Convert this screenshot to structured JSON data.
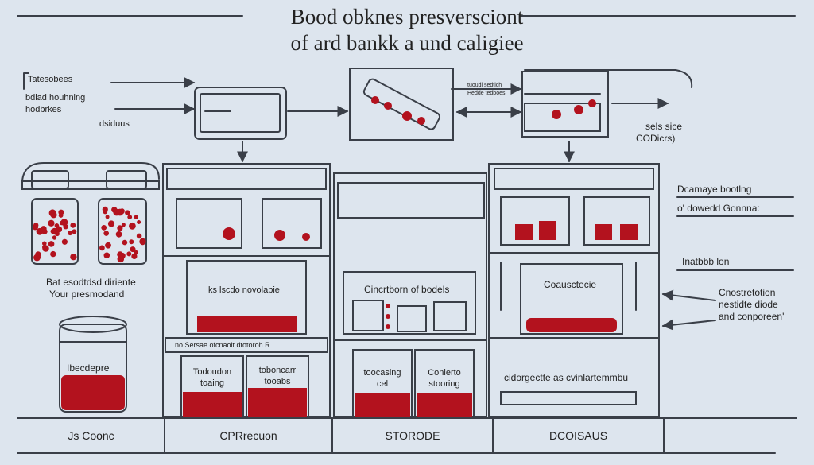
{
  "title": {
    "line1": "Bood obknes presversciont",
    "line2": "of ard bankk a und caligiee"
  },
  "top_left": {
    "line1": "Tatesobees",
    "line2": "bdiad houhning",
    "line3": "hodbrkes",
    "line4": "dsiduus"
  },
  "top_mid_small": {
    "line1": "tuoudi sedtich",
    "line2": "Hedde tedboes"
  },
  "top_right": {
    "line1": "sels sice",
    "line2": "CODicrs)"
  },
  "right": {
    "label1_line1": "Dcamaye bootlng",
    "label1_line2": "o' dowedd Gonnnа:",
    "label2": "Inatbbb lon",
    "label3_line1": "Cnostretotion",
    "label3_line2": "nestidte diode",
    "label3_line3": "and conporeen'"
  },
  "left_column": {
    "label_line1": "Bat esodtdsd diriente",
    "label_line2": "Your presmodand",
    "jar_label": "Ibecdepre"
  },
  "column2": {
    "box_label": "ks lscdo novolabie",
    "strip_label": "no Sersae ofcnaoit dtotoroh R",
    "jar1_line1": "Todoudon",
    "jar1_line2": "toaing",
    "jar2_line1": "toboncarr",
    "jar2_line2": "tooabs"
  },
  "column3": {
    "box_label": "Cincrtborn of bodels",
    "jar1_line1": "toocasing",
    "jar1_line2": "cel",
    "jar2_line1": "Conlerto",
    "jar2_line2": "stooring"
  },
  "column4": {
    "box_label": "Coausctecie",
    "long_label": "cidorgectte as cvinlartemmbu"
  },
  "bottom": {
    "cell1": "Js Coonc",
    "cell2": "CPRrecuon",
    "cell3": "STORODE",
    "cell4": "DCOISAUS"
  },
  "colors": {
    "ink": "#3a3f48",
    "blood": "#b3121e",
    "blood_dark": "#8a0d17",
    "paper": "#dde5ee"
  }
}
